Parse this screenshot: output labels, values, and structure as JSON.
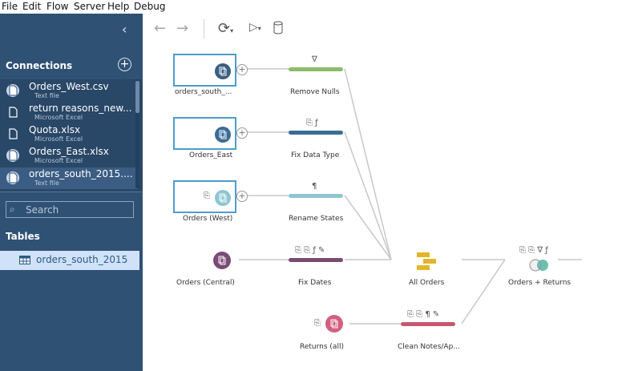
{
  "menu": [
    "File",
    "Edit",
    "Flow",
    "Server",
    "Help",
    "Debug"
  ],
  "sidebar": {
    "connections_title": "Connections",
    "connections": [
      {
        "name": "Orders_West.csv",
        "type": "Text file",
        "icon": "csv-file-icon"
      },
      {
        "name": "return reasons_new...",
        "type": "Microsoft Excel",
        "icon": "excel-file-icon"
      },
      {
        "name": "Quota.xlsx",
        "type": "Microsoft Excel",
        "icon": "excel-file-icon"
      },
      {
        "name": "Orders_East.xlsx",
        "type": "Microsoft Excel",
        "icon": "csv-file-icon"
      },
      {
        "name": "orders_south_2015....",
        "type": "Text file",
        "icon": "csv-file-icon"
      }
    ],
    "search_placeholder": "Search",
    "tables_title": "Tables",
    "tables": [
      "orders_south_2015"
    ]
  },
  "flow": {
    "inputs": [
      "orders_south_...",
      "Orders_East",
      "Orders (West)",
      "Orders (Central)",
      "Returns (all)"
    ],
    "steps": [
      "Remove Nulls",
      "Fix Data Type",
      "Rename States",
      "Fix Dates",
      "Clean Notes/Ap..."
    ],
    "union": "All Orders",
    "join": "Orders + Returns",
    "step_icons": [
      "∇",
      "⎘ ƒ",
      "¶",
      "⎘ ⎘ ƒ ✎",
      "⎘ ⎘ ¶ ✎",
      "⎘ ⎘ ∇ ƒ"
    ]
  },
  "colors": {
    "sidebar": "#2f5174",
    "input_dark": "#3a5f7f",
    "input_light": "#8fc5d1",
    "input_purple": "#7a4b74",
    "input_pink": "#d35f7f",
    "step_green": "#8dbb6c",
    "step_blue": "#3a6d95",
    "step_teal": "#8fc5d1",
    "step_purple": "#7a4b74",
    "step_pink": "#c9566f",
    "union_yellow": "#e3b52a"
  }
}
